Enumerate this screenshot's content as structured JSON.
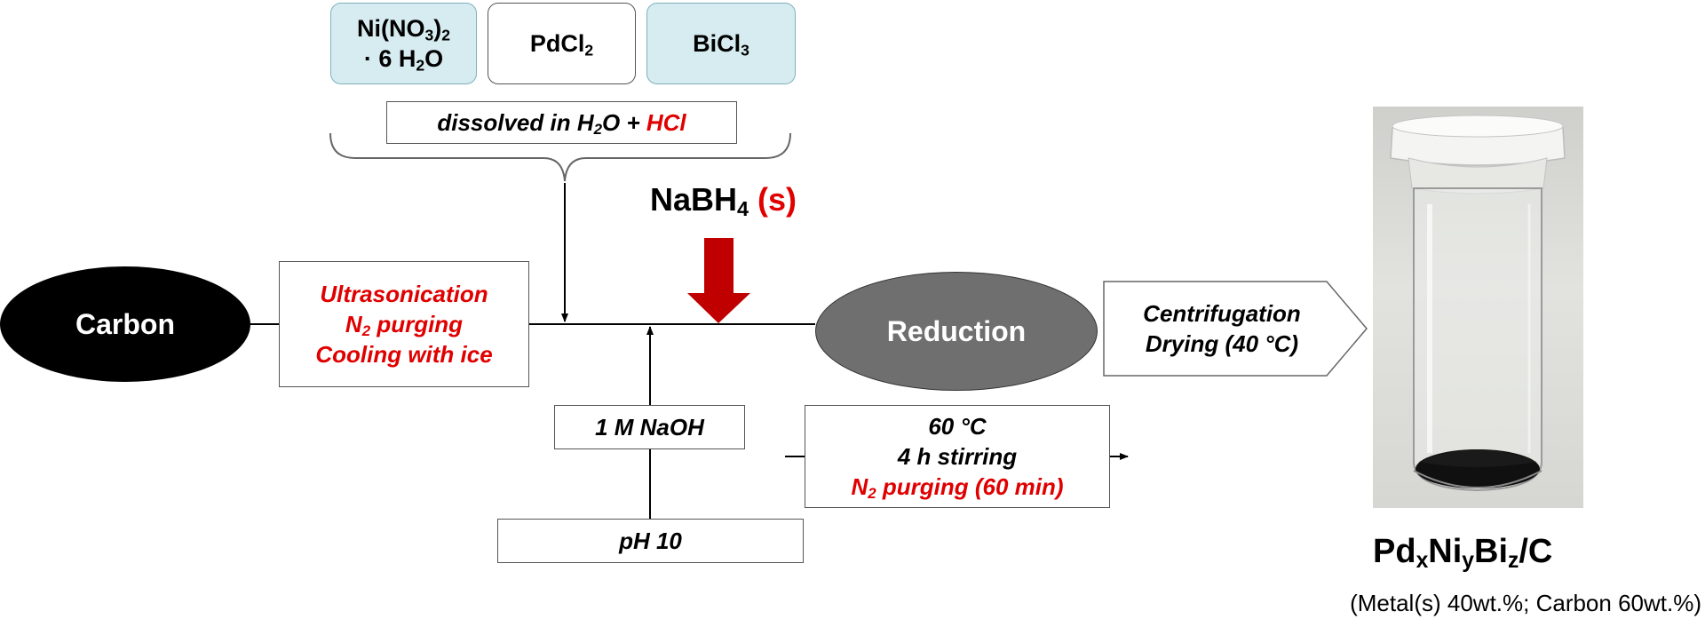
{
  "reagents": {
    "nickel_nitrate": {
      "formula": "Ni(NO",
      "sub1": "3",
      "close": ")",
      "sub2": "2",
      "hydrate": "· 6 H",
      "sub3": "2",
      "tail": "O"
    },
    "pdcl2": {
      "text": "PdCl",
      "sub": "2"
    },
    "bicl3": {
      "text": "BiCl",
      "sub": "3"
    }
  },
  "dissolved": {
    "prefix": "dissolved in H",
    "sub": "2",
    "mid": "O + ",
    "acid": "HCl"
  },
  "carbon_label": "Carbon",
  "pretreatment": {
    "line1": "Ultrasonication",
    "line2_pre": "N",
    "line2_sub": "2",
    "line2_post": " purging",
    "line3": "Cooling with ice"
  },
  "nabh4": {
    "pre": "NaBH",
    "sub": "4",
    "state": "(s)"
  },
  "reduction_label": "Reduction",
  "naoh_label": "1 M NaOH",
  "ph_label": "pH 10",
  "conditions": {
    "line1": "60 °C",
    "line2": "4 h stirring",
    "line3_pre": "N",
    "line3_sub": "2",
    "line3_post": " purging (60 min)"
  },
  "postprocess": {
    "line1": "Centrifugation",
    "line2": "Drying (40 °C)"
  },
  "product": {
    "pd": "Pd",
    "x": "x",
    "ni": "Ni",
    "y": "y",
    "bi": "Bi",
    "z": "z",
    "tail": "/C"
  },
  "composition_note": "(Metal(s) 40wt.%; Carbon 60wt.%)",
  "colors": {
    "accent_red": "#e00000",
    "arrow_red": "#c00000",
    "teal_fill": "#d6ecf0",
    "reduction_gray": "#6f6f6f"
  }
}
